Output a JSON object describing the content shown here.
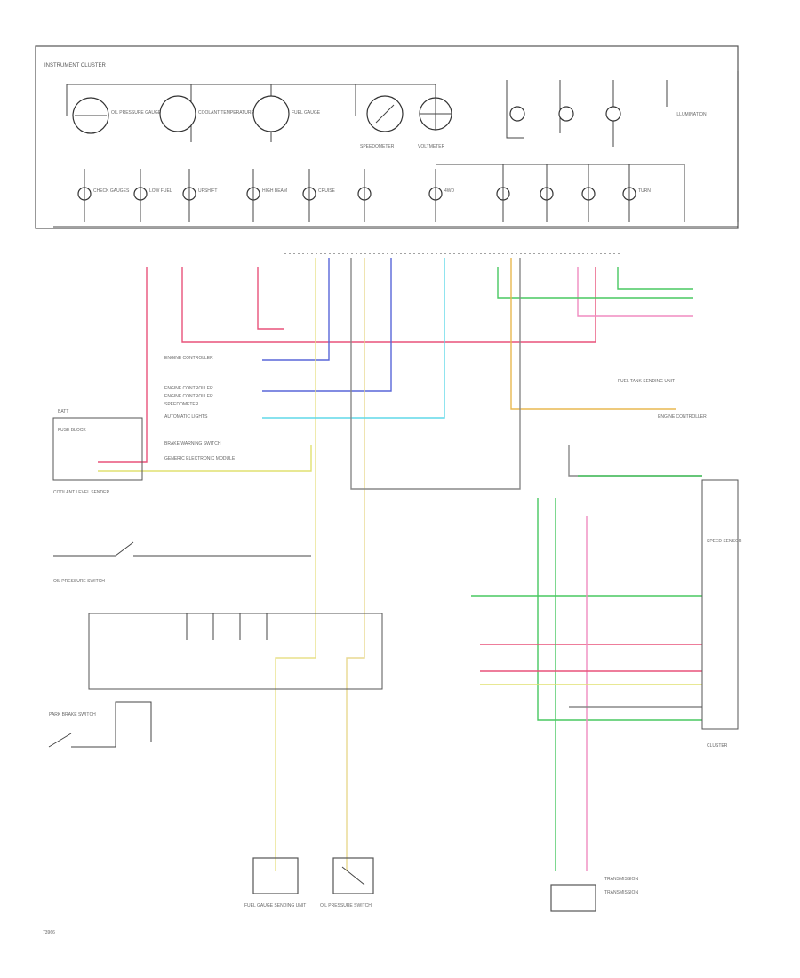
{
  "diagram": {
    "cluster_title": "INSTRUMENT CLUSTER",
    "footer_code": "73966",
    "gauges": {
      "g1": "OIL PRESSURE GAUGE",
      "g2": "COOLANT TEMPERATURE GAUGE",
      "g3": "FUEL GAUGE",
      "g4": "SPEEDOMETER",
      "g5": "VOLTMETER"
    },
    "indicators": {
      "i1": "CHECK GAUGES",
      "i2": "LOW FUEL",
      "i3": "UPSHIFT",
      "i4": "HIGH BEAM",
      "i5": "CRUISE",
      "i6": "4WD",
      "i7": "TURN",
      "i8": "ILLUMINATION"
    },
    "middle_labels": [
      "ENGINE CONTROLLER",
      "ENGINE CONTROLLER",
      "ENGINE CONTROLLER",
      "SPEEDOMETER",
      "AUTOMATIC LIGHTS",
      "BRAKE WARNING SWITCH",
      "GENERIC ELECTRONIC MODULE"
    ],
    "right_labels": {
      "r1": "FUEL TANK SENDING UNIT",
      "r2": "ENGINE CONTROLLER",
      "r3": "SPEED SENSOR",
      "r4": "CLUSTER",
      "r5": "TRANSMISSION"
    },
    "left_labels": {
      "l1": "FUSE BLOCK",
      "l2": "BATT",
      "l3": "COOLANT LEVEL SENDER",
      "l4": "OIL PRESSURE SWITCH",
      "l5": "PARK BRAKE SWITCH"
    },
    "bottom_labels": {
      "b1": "FUEL GAUGE SENDING UNIT",
      "b2": "OIL PRESSURE SWITCH",
      "b3": "TRANSMISSION"
    }
  }
}
